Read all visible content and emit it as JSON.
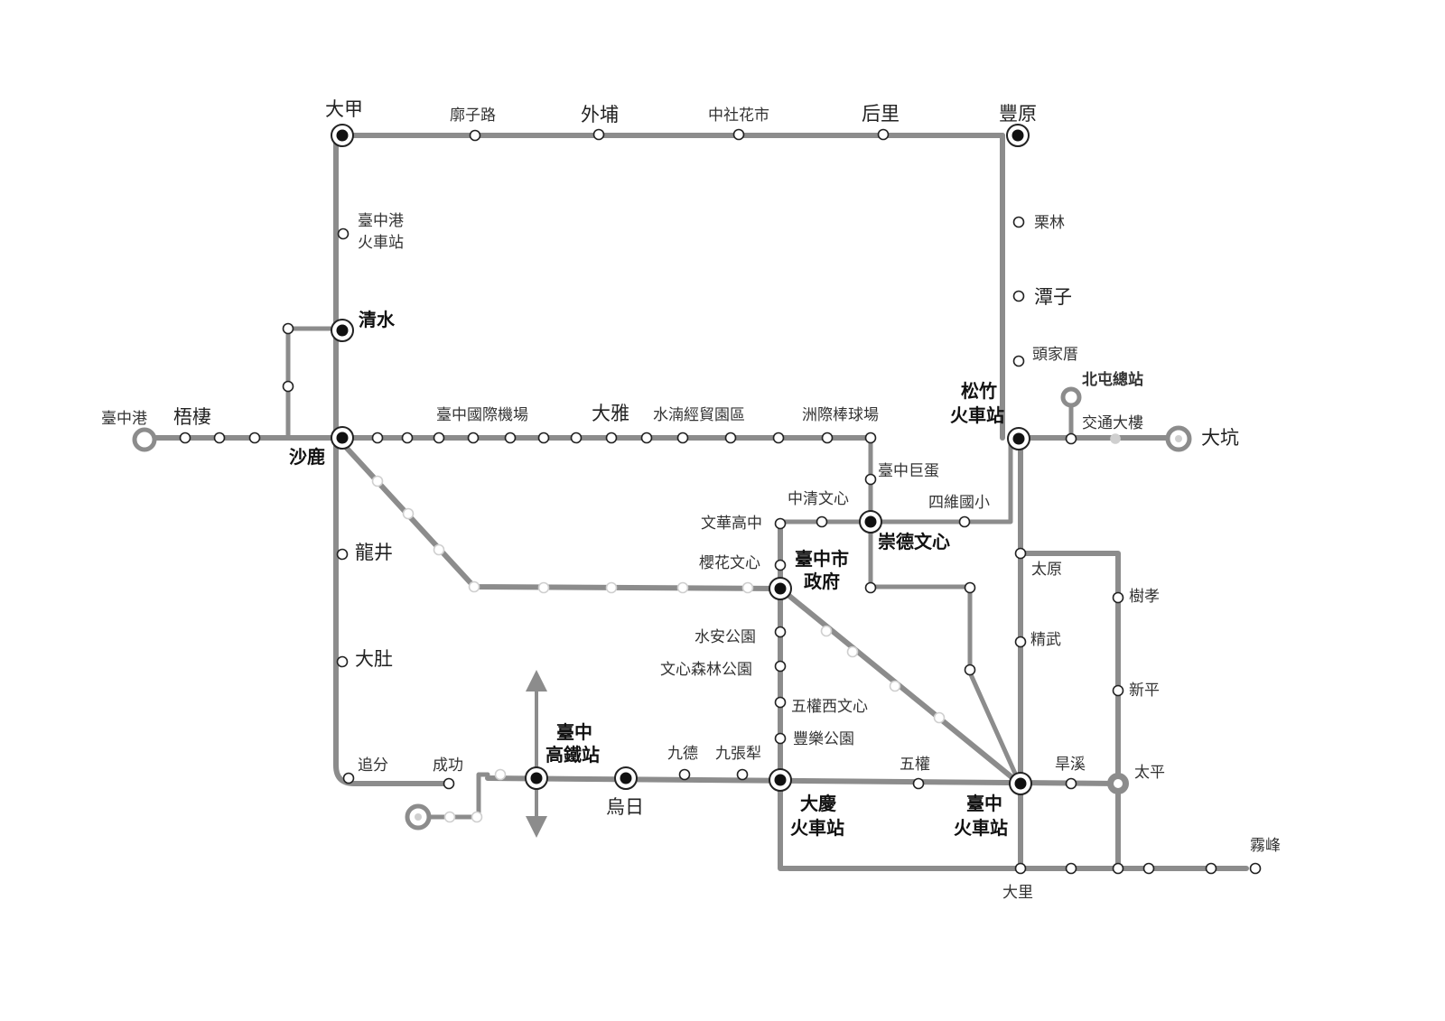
{
  "map": {
    "colors": {
      "line": "#8c8c8c",
      "station_fill": "#ffffff",
      "station_stroke": "#222222",
      "hub_core": "#111111",
      "light_stop": "#cfcfcf"
    },
    "labels": {
      "dajia": "大甲",
      "liaozilu": "廓子路",
      "waipu": "外埔",
      "zhongshehuashi": "中社花市",
      "houli": "后里",
      "fengyuan": "豐原",
      "taichung_port_station_1": "臺中港",
      "taichung_port_station_2": "火車站",
      "qingshui": "清水",
      "lilin": "栗林",
      "tanzi": "潭子",
      "toujiacuo": "頭家厝",
      "songzhu_1": "松竹",
      "songzhu_2": "火車站",
      "beitun_depot": "北屯總站",
      "traffic_building": "交通大樓",
      "dakeng": "大坑",
      "taichung_port": "臺中港",
      "wuqi": "梧棲",
      "shalu": "沙鹿",
      "airport": "臺中國際機場",
      "daya": "大雅",
      "shuinan": "水湳經貿園區",
      "intercontinental": "洲際棒球場",
      "taichung_arena": "臺中巨蛋",
      "zhongqing_wenxin": "中清文心",
      "siwei_elementary": "四維國小",
      "wenhua_senior": "文華高中",
      "chongde_wenxin": "崇德文心",
      "yinghua_wenxin": "櫻花文心",
      "city_hall_1": "臺中市",
      "city_hall_2": "政府",
      "longjing": "龍井",
      "taiyuan": "太原",
      "shuxiao": "樹孝",
      "shuian_park": "水安公園",
      "jingwu": "精武",
      "wenxin_forest": "文心森林公園",
      "dadu": "大肚",
      "xinping": "新平",
      "wuquan_west": "五權西文心",
      "fengle_park": "豐樂公園",
      "zhuifen": "追分",
      "chenggong": "成功",
      "hsr_1": "臺中",
      "hsr_2": "高鐵站",
      "jiude": "九德",
      "jiuzhangli": "九張犁",
      "wuquan": "五權",
      "hanxi": "旱溪",
      "taiping": "太平",
      "wuri": "烏日",
      "daqing_1": "大慶",
      "daqing_2": "火車站",
      "taichung_station_1": "臺中",
      "taichung_station_2": "火車站",
      "wufeng": "霧峰",
      "dali": "大里"
    }
  }
}
